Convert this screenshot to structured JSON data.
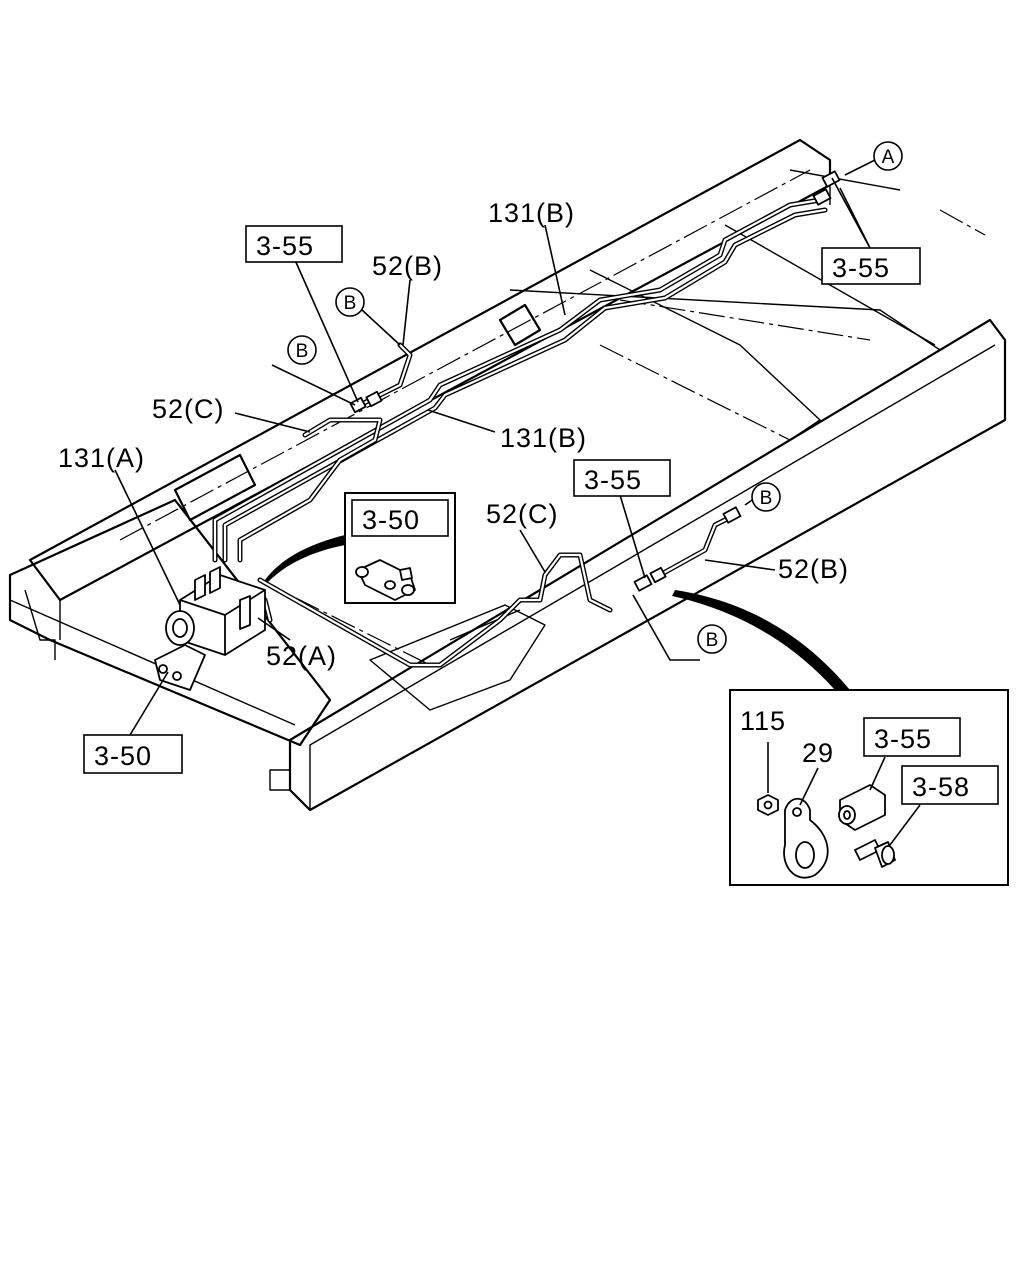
{
  "callouts": {
    "ref_355_top_left": "3-55",
    "ref_355_top_right": "3-55",
    "ref_355_mid": "3-55",
    "ref_355_inset": "3-55",
    "ref_350_inset": "3-50",
    "ref_350_bottom": "3-50",
    "ref_358_inset": "3-58",
    "p131b_top": "131(B)",
    "p131b_mid": "131(B)",
    "p131a": "131(A)",
    "p52b_top": "52(B)",
    "p52b_right": "52(B)",
    "p52c_left": "52(C)",
    "p52c_mid": "52(C)",
    "p52a": "52(A)",
    "p115": "115",
    "p29": "29"
  },
  "markers": {
    "a_top_right": "A",
    "b_top_1": "B",
    "b_top_2": "B",
    "b_right": "B",
    "b_bottom": "B"
  }
}
